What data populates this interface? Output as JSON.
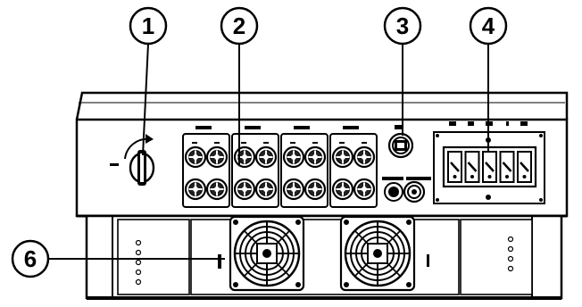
{
  "callouts": [
    {
      "num": "1",
      "target": "dc-switch"
    },
    {
      "num": "2",
      "target": "pv-connectors"
    },
    {
      "num": "3",
      "target": "comm-port"
    },
    {
      "num": "4",
      "target": "ac-terminal"
    },
    {
      "num": "6",
      "target": "cooling-fans"
    }
  ],
  "pv_groups": 4,
  "colors": {
    "line": "#000000",
    "background": "#ffffff"
  }
}
